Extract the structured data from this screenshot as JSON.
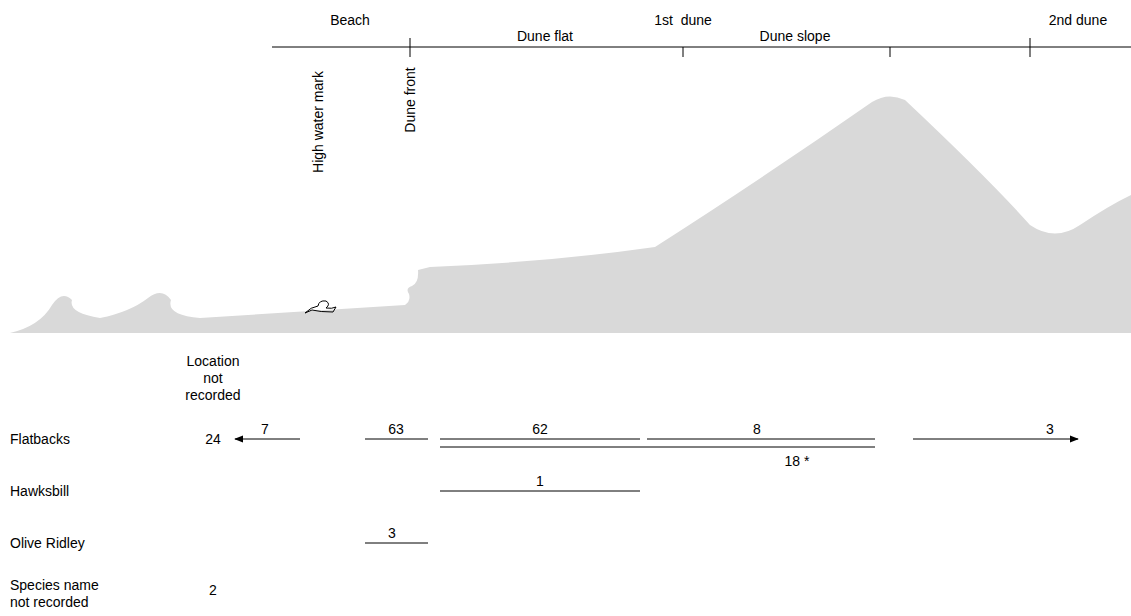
{
  "diagram": {
    "labels": [
      "Beach",
      "1st  dune",
      "2nd dune",
      "High water mark",
      "Dune front",
      "Dune flat",
      "Dune slope",
      "Location not recorded",
      "Flatbacks",
      "24",
      "7",
      "63",
      "62",
      "8",
      "3",
      "18 *",
      "Hawksbill",
      "1",
      "Olive Ridley",
      "3",
      "Species name not recorded",
      "2"
    ]
  }
}
